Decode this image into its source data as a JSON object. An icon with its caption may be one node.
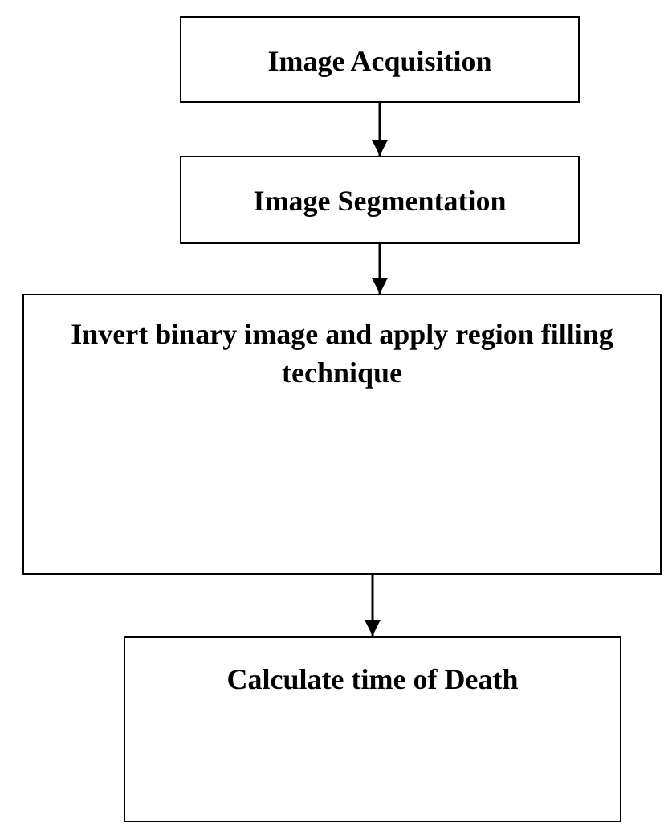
{
  "diagram": {
    "nodes": [
      {
        "text": [
          "Image Acquisition"
        ]
      },
      {
        "text": [
          "Image Segmentation"
        ]
      },
      {
        "text": [
          "Invert binary image and apply region filling technique"
        ]
      },
      {
        "text": [
          "Calculate time of Death"
        ]
      }
    ],
    "edges": [
      {
        "from": 0,
        "to": 1,
        "arrow": "to"
      },
      {
        "from": 1,
        "to": 2,
        "arrow": "to"
      },
      {
        "from": 2,
        "to": 3,
        "arrow": "to"
      }
    ]
  }
}
